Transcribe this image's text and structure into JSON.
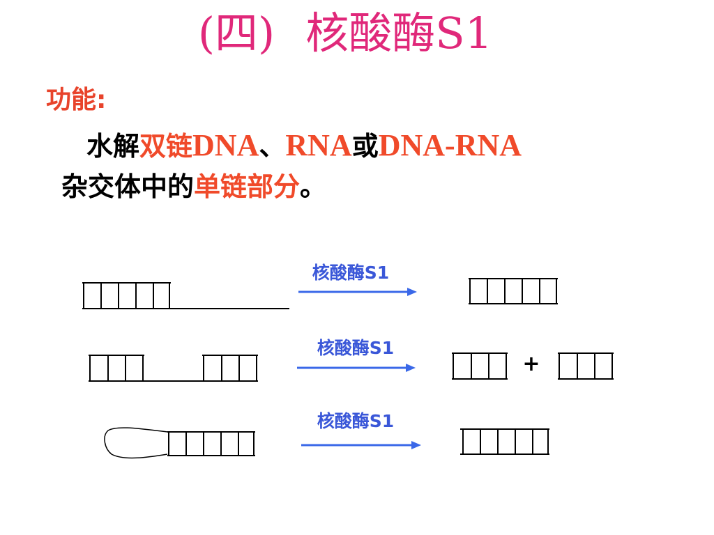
{
  "colors": {
    "title": "#E0287A",
    "label": "#E8432B",
    "text": "#000000",
    "highlight": "#F04A2A",
    "enzyme": "#3A57D8",
    "arrow": "#3A68E8"
  },
  "title": {
    "prefix": "(四)",
    "main": "核酸酶S1"
  },
  "function_label": "功能:",
  "description": {
    "p1": "水解",
    "h1": "双链",
    "h1_latin": "DNA",
    "p2": "、",
    "h2_latin": "RNA",
    "p3": "或",
    "h3_latin": "DNA-RNA",
    "p4": "杂交体中的",
    "h4": "单链部分",
    "p5": "。"
  },
  "diagram": {
    "reactions": [
      {
        "enzyme_label": "核酸酶S1"
      },
      {
        "enzyme_label": "核酸酶S1",
        "plus": "+"
      },
      {
        "enzyme_label": "核酸酶S1"
      }
    ]
  }
}
